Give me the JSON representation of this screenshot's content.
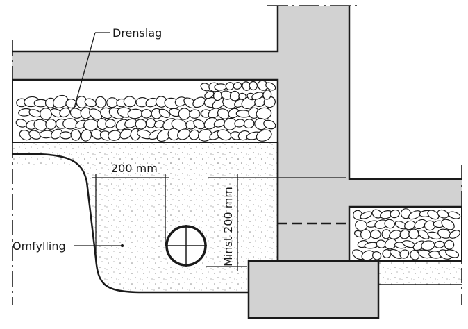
{
  "labels": {
    "drainage_layer": "Drenslag",
    "backfill": "Omfylling",
    "horizontal_dim": "200 mm",
    "vertical_dim": "Minst 200 mm"
  },
  "colors": {
    "concrete": "#d2d2d2",
    "line": "#1a1a1a",
    "stone_fill": "#ffffff",
    "sand_dot": "#8a8a8a",
    "background": "#ffffff"
  }
}
